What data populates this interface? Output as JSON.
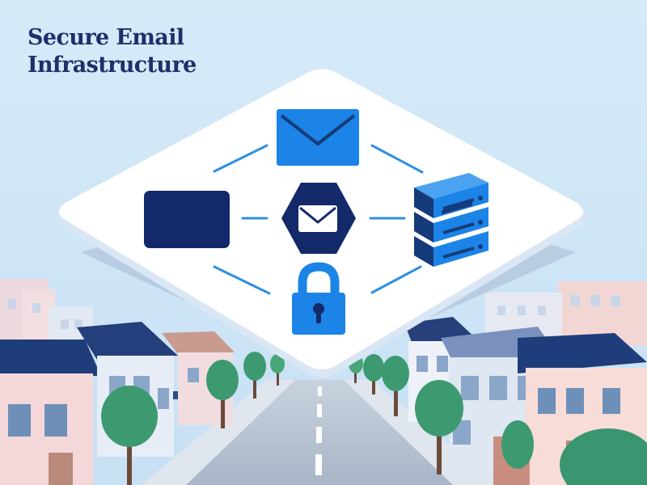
{
  "page": {
    "title_line1": "Secure Email",
    "title_line2": "Infrastructure"
  },
  "diagram": {
    "center_node": "hexagon-email-hub-icon",
    "nodes": [
      {
        "position": "top",
        "icon": "envelope-icon"
      },
      {
        "position": "left",
        "icon": "dark-card-icon"
      },
      {
        "position": "right",
        "icon": "server-stack-icon"
      },
      {
        "position": "bottom",
        "icon": "padlock-icon"
      }
    ]
  },
  "colors": {
    "sky": "#cfe6f7",
    "navy": "#1a2f6e",
    "accent_blue": "#1b84e6",
    "connector": "#2f8fe0",
    "platform": "#ffffff",
    "road": "#b7c3d3",
    "tree": "#3d9a70"
  }
}
